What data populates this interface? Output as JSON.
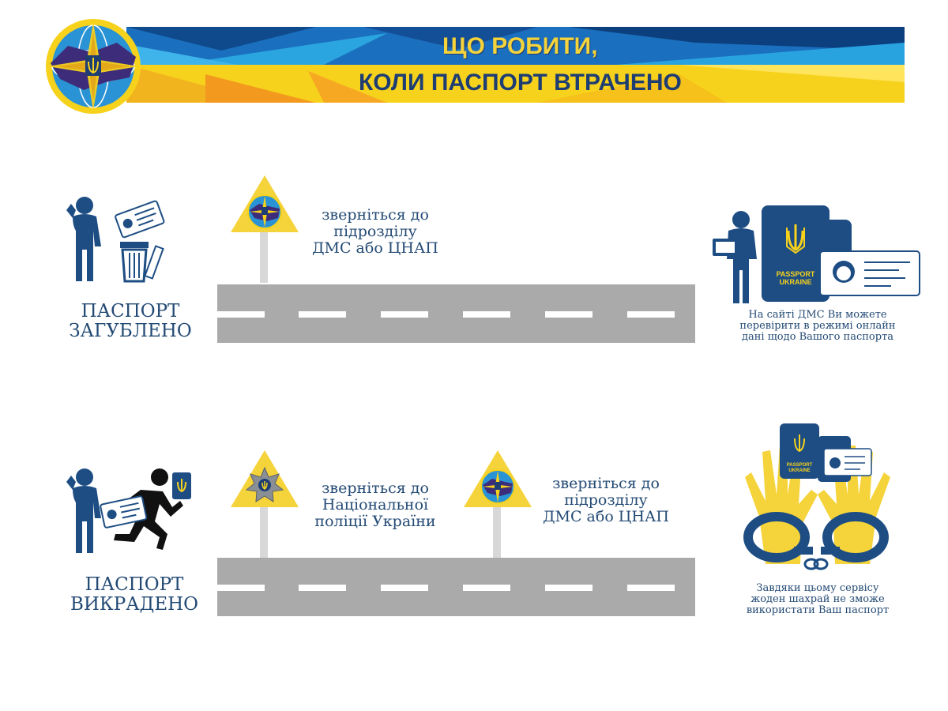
{
  "header": {
    "title_line1": "ЩО РОБИТИ,",
    "title_line2": "КОЛИ ПАСПОРТ ВТРАЧЕНО"
  },
  "rows": [
    {
      "status": [
        "ПАСПОРТ",
        "ЗАГУБЛЕНО"
      ],
      "steps": [
        {
          "text": [
            "зверніться до",
            "підрозділу",
            "ДМС або ЦНАП"
          ]
        }
      ],
      "note": [
        "На сайті ДМС Ви можете",
        "перевірити в режимі онлайн",
        "дані щодо Вашого паспорта"
      ]
    },
    {
      "status": [
        "ПАСПОРТ",
        "ВИКРАДЕНО"
      ],
      "steps": [
        {
          "text": [
            "зверніться до",
            "Національної",
            "поліції України"
          ]
        },
        {
          "text": [
            "зверніться до",
            "підрозділу",
            "ДМС або ЦНАП"
          ]
        }
      ],
      "note": [
        "Завдяки цьому сервісу",
        "жоден шахрай не зможе",
        "використати Ваш паспорт"
      ]
    }
  ],
  "passport_labels": {
    "line1": "PASSPORT",
    "line2": "UKRAINE"
  },
  "icons": {
    "emblem": "migration-service-emblem-icon",
    "lost": "thinking-person-trash-icon",
    "stolen": "thief-running-icon",
    "online": "person-laptop-passport-icon",
    "protected": "handcuffs-passport-icon",
    "sign_dms": "dms-road-sign-icon",
    "sign_police": "police-road-sign-icon"
  },
  "colors": {
    "navy": "#1d3d73",
    "yellow": "#f5d33a",
    "blue": "#1a8fd1",
    "road": "#aaaaaa"
  }
}
